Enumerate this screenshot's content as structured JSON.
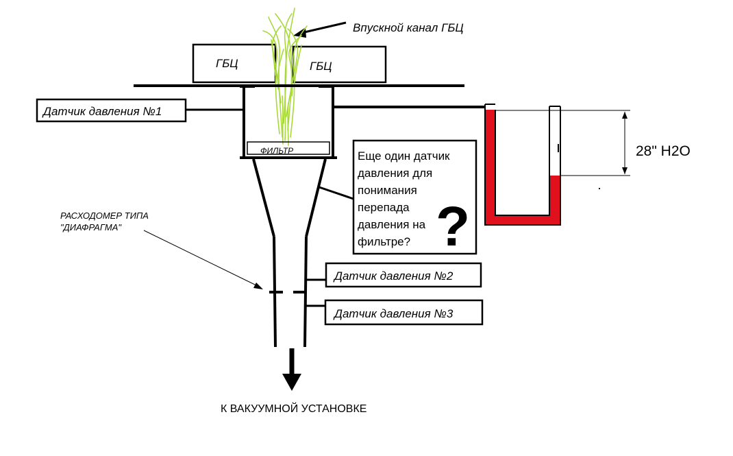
{
  "labels": {
    "intake_channel": "Впускной канал ГБЦ",
    "head_left": "ГБЦ",
    "head_right": "ГБЦ",
    "sensor_1": "Датчик давления №1",
    "sensor_2": "Датчик давления №2",
    "sensor_3": "Датчик давления №3",
    "filter": "ФИЛЬТР",
    "flowmeter_line1": "РАСХОДОМЕР ТИПА",
    "flowmeter_line2": "\"ДИАФРАГМА\"",
    "question_lines": [
      "Еще один датчик",
      "давления для",
      "понимания",
      "перепада",
      "давления на",
      "фильтре?"
    ],
    "question_mark": "?",
    "manometer_reading": "28\" H2O",
    "vacuum": "К ВАКУУМНОЙ УСТАНОВКЕ"
  },
  "colors": {
    "line": "#000000",
    "liquid": "#e0101c",
    "grass": "#a8d83a"
  }
}
